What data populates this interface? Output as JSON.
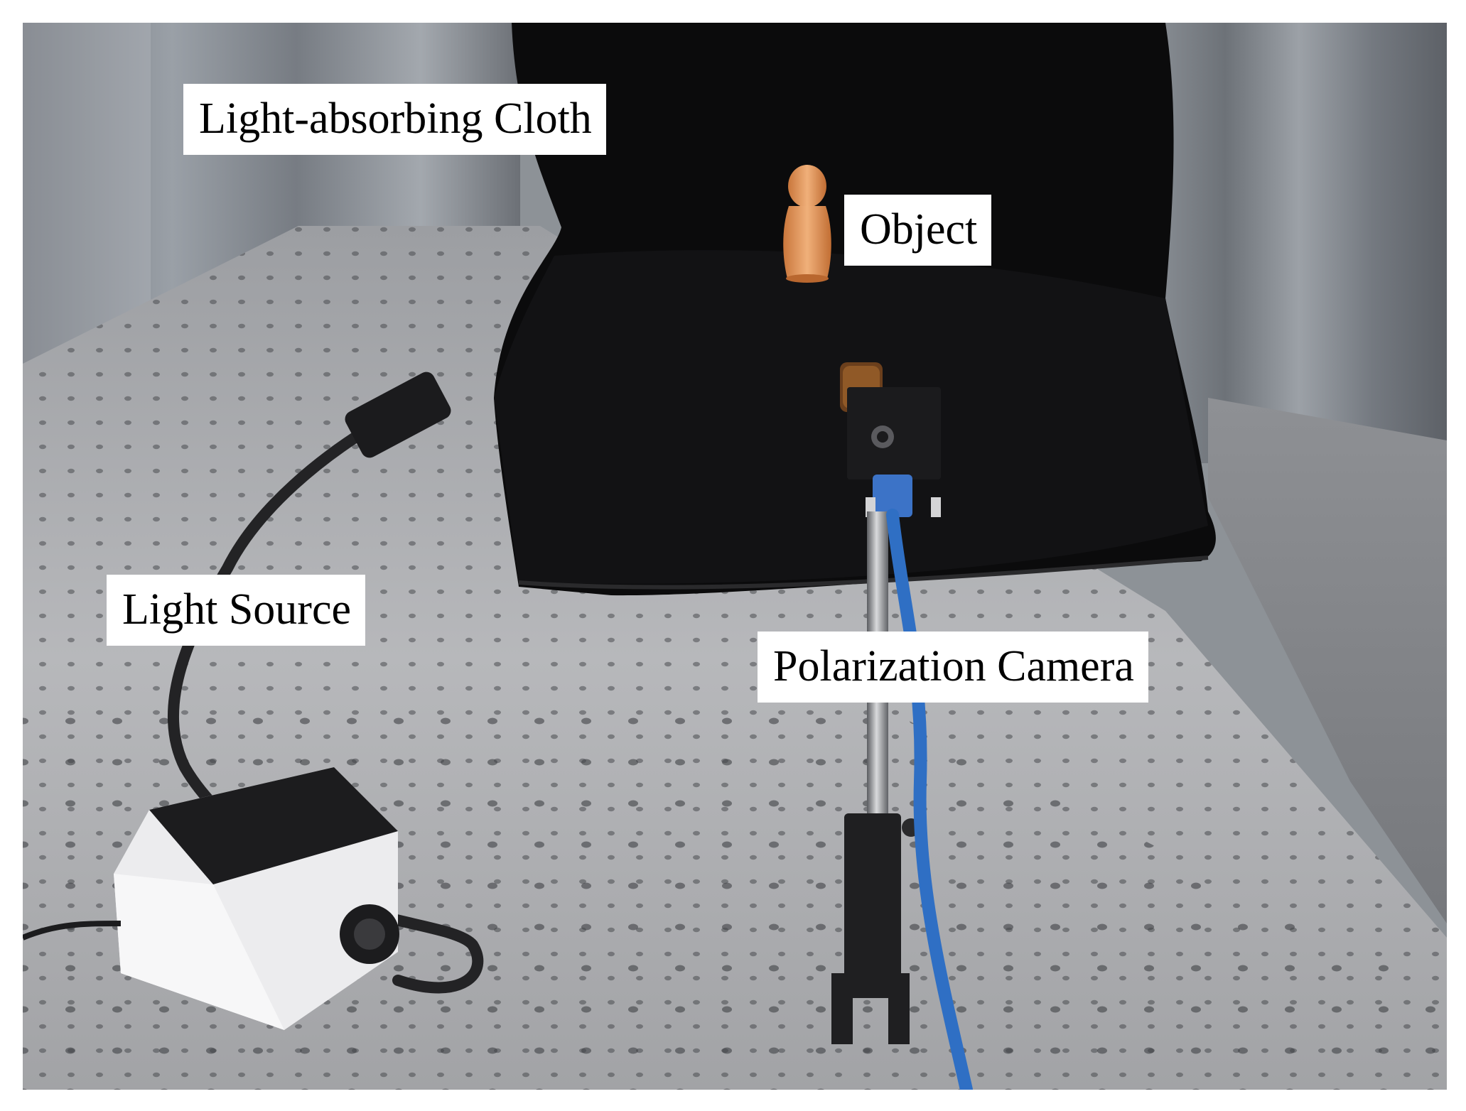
{
  "figure": {
    "labels": {
      "cloth": "Light-absorbing Cloth",
      "object": "Object",
      "light_source": "Light Source",
      "camera": "Polarization Camera"
    }
  },
  "colors": {
    "table": "#a9aaad",
    "cloth": "#0b0b0c",
    "curtain": "#8a8f96",
    "cable": "#2f6fc4",
    "figurine": "#d98b4c"
  }
}
